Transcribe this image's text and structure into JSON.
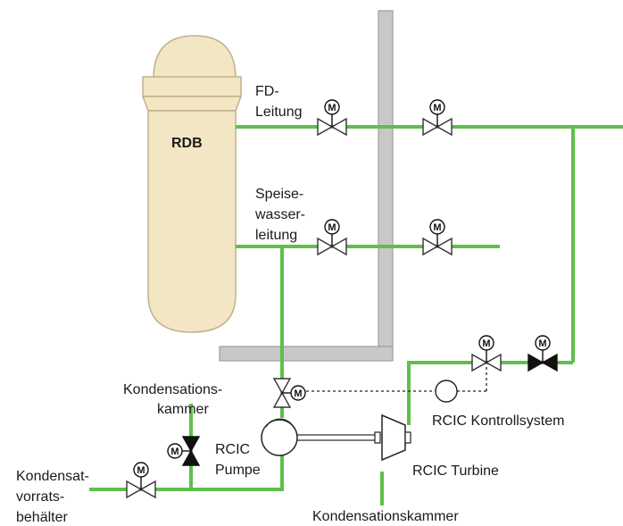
{
  "labels": {
    "rdb": "RDB",
    "fd_line_1": "FD-",
    "fd_line_2": "Leitung",
    "speise_1": "Speise-",
    "speise_2": "wasser-",
    "speise_3": "leitung",
    "kondensationskammer_top_1": "Kondensations-",
    "kondensationskammer_top_2": "kammer",
    "rcic_pumpe_1": "RCIC",
    "rcic_pumpe_2": "Pumpe",
    "kondensat_1": "Kondensat-",
    "kondensat_2": "vorrats-",
    "kondensat_3": "behälter",
    "rcic_kontroll": "RCIC Kontrollsystem",
    "rcic_turbine": "RCIC Turbine",
    "kondensationskammer_bottom": "Kondensationskammer",
    "motor": "M"
  },
  "colors": {
    "pipe": "#5ec04a",
    "vessel_fill": "#f3e6c4",
    "wall": "#c8c8c8"
  }
}
